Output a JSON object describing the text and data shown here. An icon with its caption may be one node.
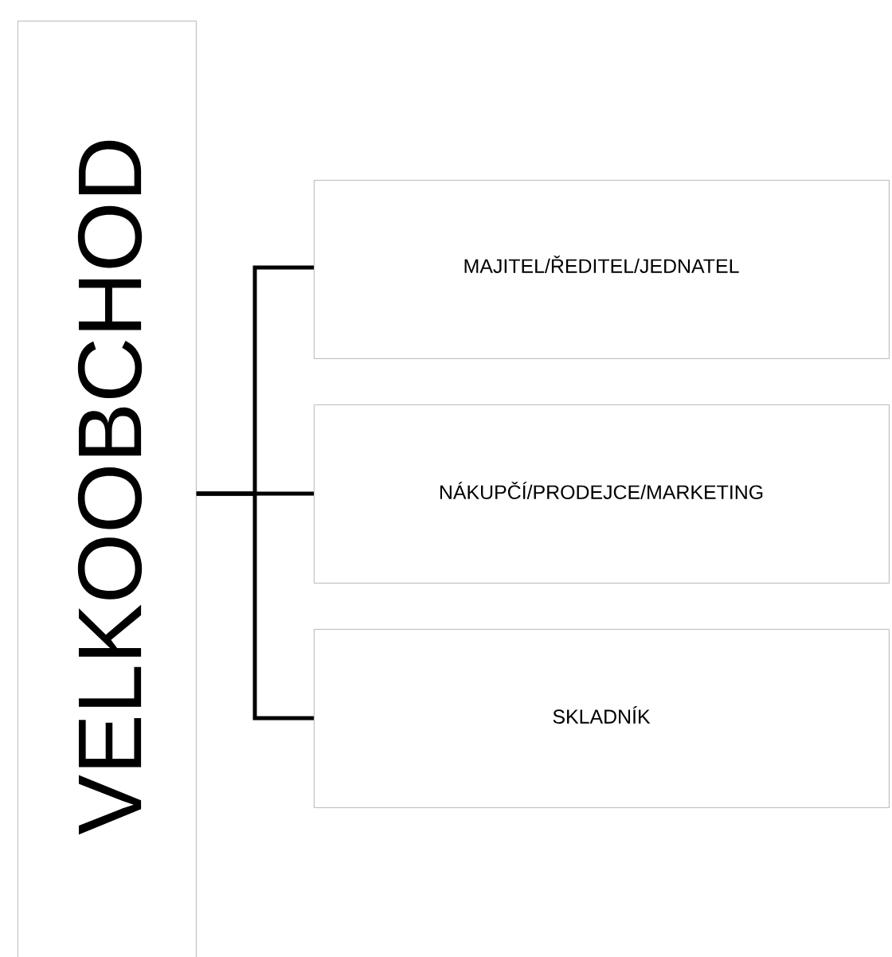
{
  "diagram": {
    "nodes": [
      {
        "text": [
          "VELKOOBCHOD"
        ]
      },
      {
        "text": [
          "MAJITEL/ŘEDITEL/JEDNATEL"
        ]
      },
      {
        "text": [
          "NÁKUPČÍ/PRODEJCE/MARKETING"
        ]
      },
      {
        "text": [
          "SKLADNÍK"
        ]
      }
    ],
    "edges": [
      {
        "from": 0,
        "to": 1,
        "arrow": "none"
      },
      {
        "from": 0,
        "to": 2,
        "arrow": "none"
      },
      {
        "from": 0,
        "to": 3,
        "arrow": "none"
      }
    ]
  }
}
